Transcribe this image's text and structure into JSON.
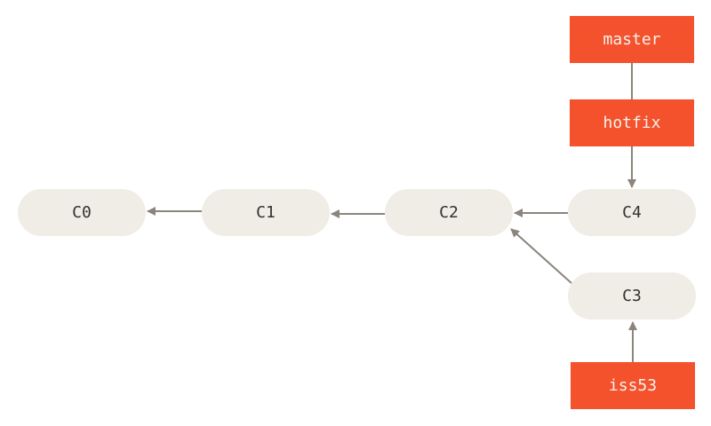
{
  "colors": {
    "branch": "#F4522D",
    "commit": "#EFEDE6",
    "arrow": "#8A857D",
    "commit_text": "#333230",
    "branch_text": "#F7F2EC"
  },
  "commits": [
    {
      "id": "C0",
      "label": "C0"
    },
    {
      "id": "C1",
      "label": "C1"
    },
    {
      "id": "C2",
      "label": "C2"
    },
    {
      "id": "C4",
      "label": "C4"
    },
    {
      "id": "C3",
      "label": "C3"
    }
  ],
  "branches": [
    {
      "id": "master",
      "label": "master"
    },
    {
      "id": "hotfix",
      "label": "hotfix"
    },
    {
      "id": "iss53",
      "label": "iss53"
    }
  ],
  "edges": [
    {
      "from": "C1",
      "to": "C0"
    },
    {
      "from": "C2",
      "to": "C1"
    },
    {
      "from": "C4",
      "to": "C2"
    },
    {
      "from": "C3",
      "to": "C2"
    },
    {
      "from": "master",
      "to": "hotfix"
    },
    {
      "from": "hotfix",
      "to": "C4"
    },
    {
      "from": "iss53",
      "to": "C3"
    }
  ]
}
